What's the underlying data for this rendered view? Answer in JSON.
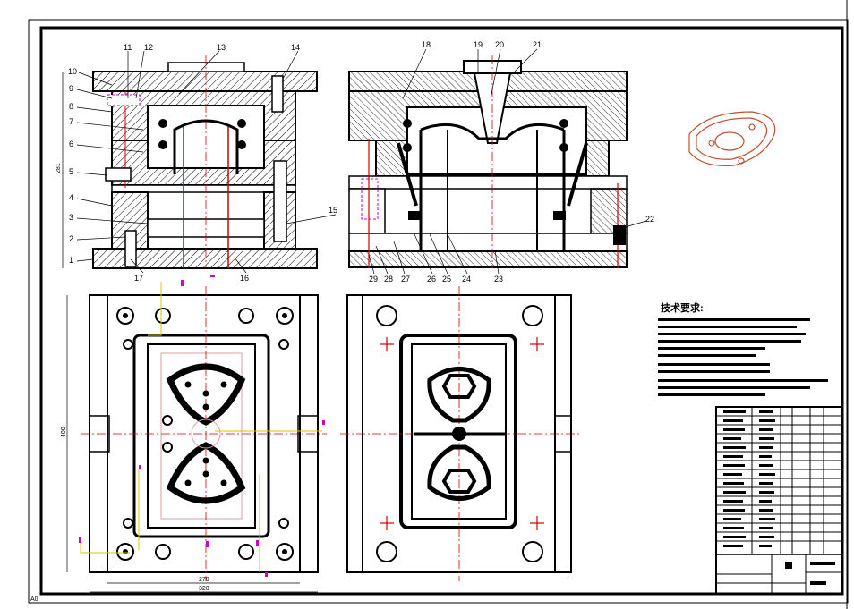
{
  "drawing": {
    "part_numbers": [
      "1",
      "2",
      "3",
      "4",
      "5",
      "6",
      "7",
      "8",
      "9",
      "10",
      "11",
      "12",
      "13",
      "14",
      "15",
      "16",
      "17",
      "18",
      "19",
      "20",
      "21",
      "22",
      "23",
      "24",
      "25",
      "26",
      "27",
      "28",
      "29"
    ],
    "dimensions": {
      "height_left_section": "281",
      "plate_height_plan": "400",
      "plate_width_inner": "278",
      "plate_width_outer": "320"
    },
    "notes_title": "技术要求:",
    "sheet_corner_label": "A0",
    "colors": {
      "line": "#000000",
      "centerline": "#d40000",
      "pink": "#cc00cc",
      "yellow": "#d9c400",
      "part_sketch": "#c05030"
    }
  }
}
